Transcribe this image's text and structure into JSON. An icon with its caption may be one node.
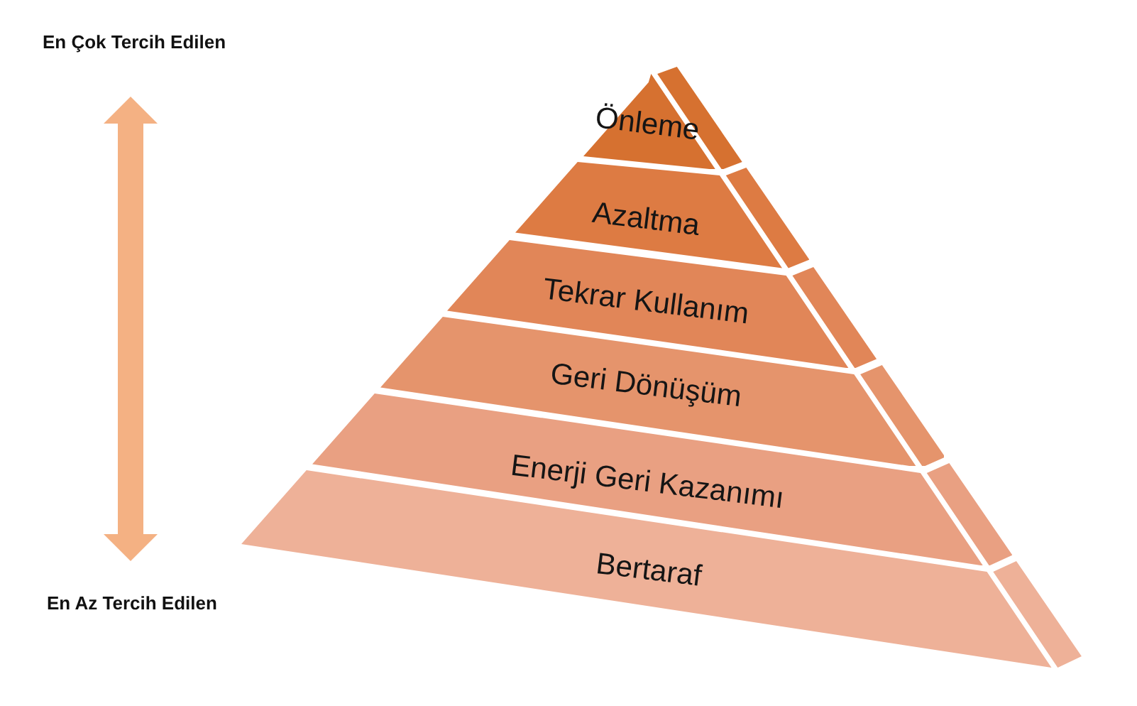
{
  "diagram": {
    "nodes": [
      {
        "text": [
          "Önleme"
        ]
      },
      {
        "text": [
          "Azaltma"
        ]
      },
      {
        "text": [
          "Tekrar Kullanım"
        ]
      },
      {
        "text": [
          "Geri Dönüşüm"
        ]
      },
      {
        "text": [
          "Enerji Geri Kazanımı"
        ]
      },
      {
        "text": [
          "Bertaraf"
        ]
      }
    ],
    "labels": [
      "En Çok Tercih Edilen",
      "En Az Tercih Edilen"
    ]
  }
}
